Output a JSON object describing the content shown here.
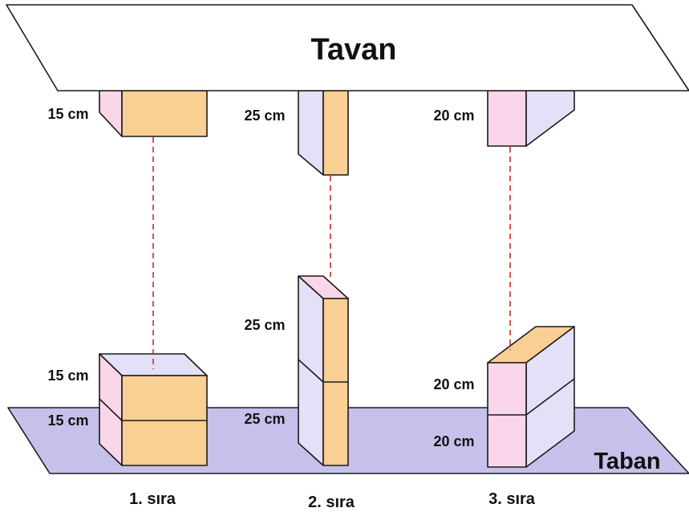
{
  "ceiling": {
    "label": "Tavan"
  },
  "floor": {
    "label": "Taban"
  },
  "colors": {
    "orange": "#f9cf93",
    "pink": "#fad6ea",
    "lavender": "#e4e0f8",
    "floor": "#c6c1ea",
    "dashed_line": "#cc2b2b"
  },
  "rows": [
    {
      "name": "1. sıra",
      "hanging_label": "15 cm",
      "stack_labels": [
        "15 cm",
        "15 cm"
      ]
    },
    {
      "name": "2. sıra",
      "hanging_label": "25 cm",
      "stack_labels": [
        "25 cm",
        "25 cm"
      ]
    },
    {
      "name": "3. sıra",
      "hanging_label": "20 cm",
      "stack_labels": [
        "20 cm",
        "20 cm"
      ]
    }
  ]
}
